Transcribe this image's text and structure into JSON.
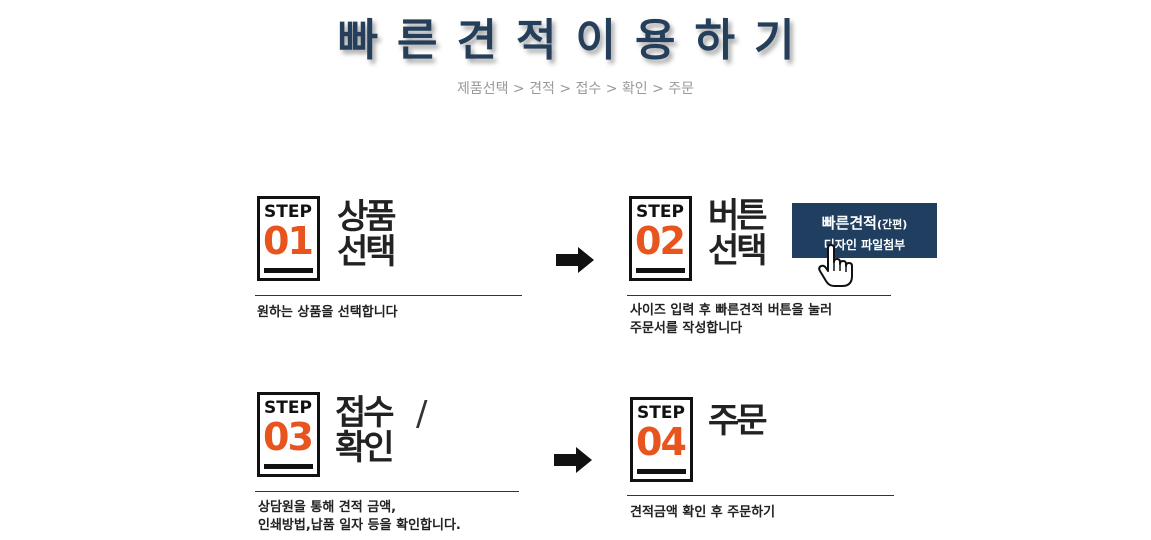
{
  "header": {
    "title": "빠른견적이용하기",
    "breadcrumb": "제품선택 > 견적 > 접수 > 확인 > 주문"
  },
  "steps": [
    {
      "step_word": "STEP",
      "number": "01",
      "heading_line1": "상품",
      "heading_line2": "선택",
      "description_line1": "원하는 상품을 선택합니다",
      "description_line2": ""
    },
    {
      "step_word": "STEP",
      "number": "02",
      "heading_line1": "버튼",
      "heading_line2": "선택",
      "description_line1": "사이즈 입력 후 빠른견적 버튼을 눌러",
      "description_line2": "주문서를 작성합니다"
    },
    {
      "step_word": "STEP",
      "number": "03",
      "heading_line1": "접수",
      "heading_line2": "확인",
      "description_line1": "상담원을 통해 견적 금액,",
      "description_line2": "인쇄방법,납품 일자 등을 확인합니다."
    },
    {
      "step_word": "STEP",
      "number": "04",
      "heading_line1": "주문",
      "heading_line2": "",
      "description_line1": "견적금액 확인 후 주문하기",
      "description_line2": ""
    }
  ],
  "quote_button": {
    "label_main": "빠른견적",
    "label_suffix": "(간편)",
    "label_sub": "디자인 파일첨부"
  },
  "step3_slash": "/",
  "colors": {
    "title": "#253f5b",
    "accent_number": "#e8541e",
    "button_bg": "#1f3e60",
    "breadcrumb": "#9a9a9a"
  },
  "icons": [
    "arrow-right-icon",
    "hand-pointer-icon"
  ]
}
